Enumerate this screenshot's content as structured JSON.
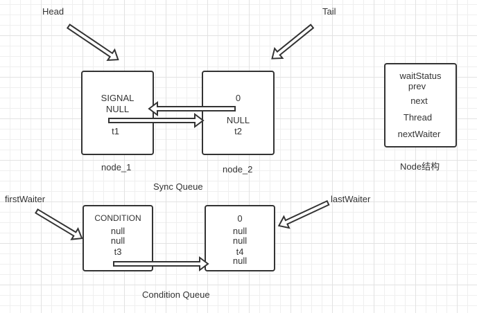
{
  "sync_queue": {
    "title": "Sync Queue",
    "head_label": "Head",
    "tail_label": "Tail",
    "nodes": [
      {
        "name": "node_1",
        "waitStatus": "SIGNAL",
        "prev": "NULL",
        "thread": "t1"
      },
      {
        "name": "node_2",
        "waitStatus": "0",
        "prev": "NULL",
        "thread": "t2"
      }
    ]
  },
  "condition_queue": {
    "title": "Condition Queue",
    "first_label": "firstWaiter",
    "last_label": "lastWaiter",
    "nodes": [
      {
        "waitStatus": "CONDITION",
        "prev": "null",
        "next": "null",
        "thread": "t3"
      },
      {
        "waitStatus": "0",
        "prev": "null",
        "next": "null",
        "thread": "t4",
        "nextWaiter": "null"
      }
    ]
  },
  "node_structure": {
    "title": "Node结构",
    "fields": [
      "waitStatus",
      "prev",
      "next",
      "Thread",
      "nextWaiter"
    ]
  }
}
